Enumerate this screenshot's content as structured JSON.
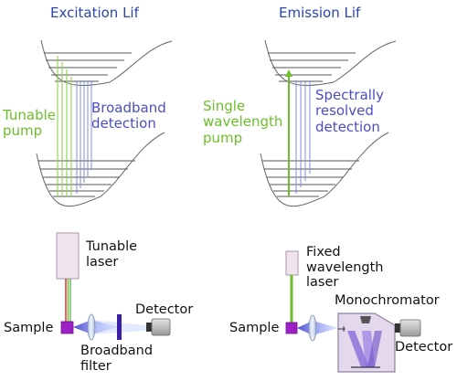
{
  "excitation": {
    "title": "Excitation Lif",
    "pump_label": [
      "Tunable",
      "pump"
    ],
    "detection_label": [
      "Broadband",
      "detection"
    ],
    "laser_label": [
      "Tunable",
      "laser"
    ],
    "sample_label": "Sample",
    "detector_label": "Detector",
    "filter_label": [
      "Broadband",
      "filter"
    ]
  },
  "emission": {
    "title": "Emission Lif",
    "pump_label": [
      "Single",
      "wavelength",
      "pump"
    ],
    "detection_label": [
      "Spectrally",
      "resolved",
      "detection"
    ],
    "laser_label": [
      "Fixed",
      "wavelength",
      "laser"
    ],
    "monochromator_label": "Monochromator",
    "sample_label": "Sample",
    "detector_label": "Detector"
  },
  "colors": {
    "title": "#2b46a8",
    "pump": "#6bbf2a",
    "detection": "#4a4fc4",
    "sample": "#a020c8",
    "laser_box": "#efe3ee"
  }
}
